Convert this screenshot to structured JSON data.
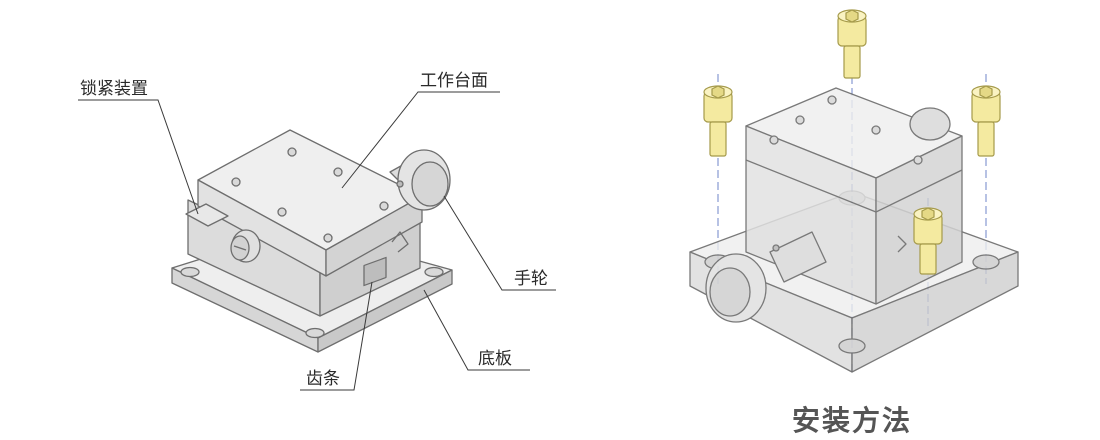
{
  "left_figure": {
    "labels": {
      "lock_device": "锁紧装置",
      "work_table": "工作台面",
      "handwheel": "手轮",
      "base_plate": "底板",
      "rack": "齿条"
    }
  },
  "right_figure": {
    "caption": "安装方法",
    "screw_count": 4
  },
  "colors": {
    "body_fill": "#e6e6e6",
    "body_top": "#efefef",
    "body_side": "#d4d4d4",
    "outline": "#6e6e6e",
    "screw_fill": "#f4eaa0",
    "screw_outline": "#a59a4a",
    "centerline": "#6f86c9",
    "leader": "#3a3a3a"
  }
}
